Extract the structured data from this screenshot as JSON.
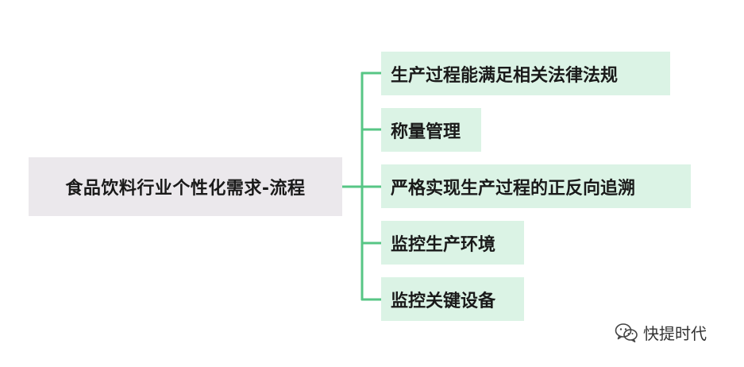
{
  "root": {
    "label": "食品饮料行业个性化需求-流程"
  },
  "branches": [
    {
      "label": "生产过程能满足相关法律法规"
    },
    {
      "label": "称量管理"
    },
    {
      "label": "严格实现生产过程的正反向追溯"
    },
    {
      "label": "监控生产环境"
    },
    {
      "label": "监控关键设备"
    }
  ],
  "watermark": {
    "icon": "wechat-icon",
    "text": "快提时代"
  },
  "colors": {
    "connector": "#57c685",
    "root_fill": "#ebe8ec",
    "branch_fill": "#dbf3e5"
  }
}
